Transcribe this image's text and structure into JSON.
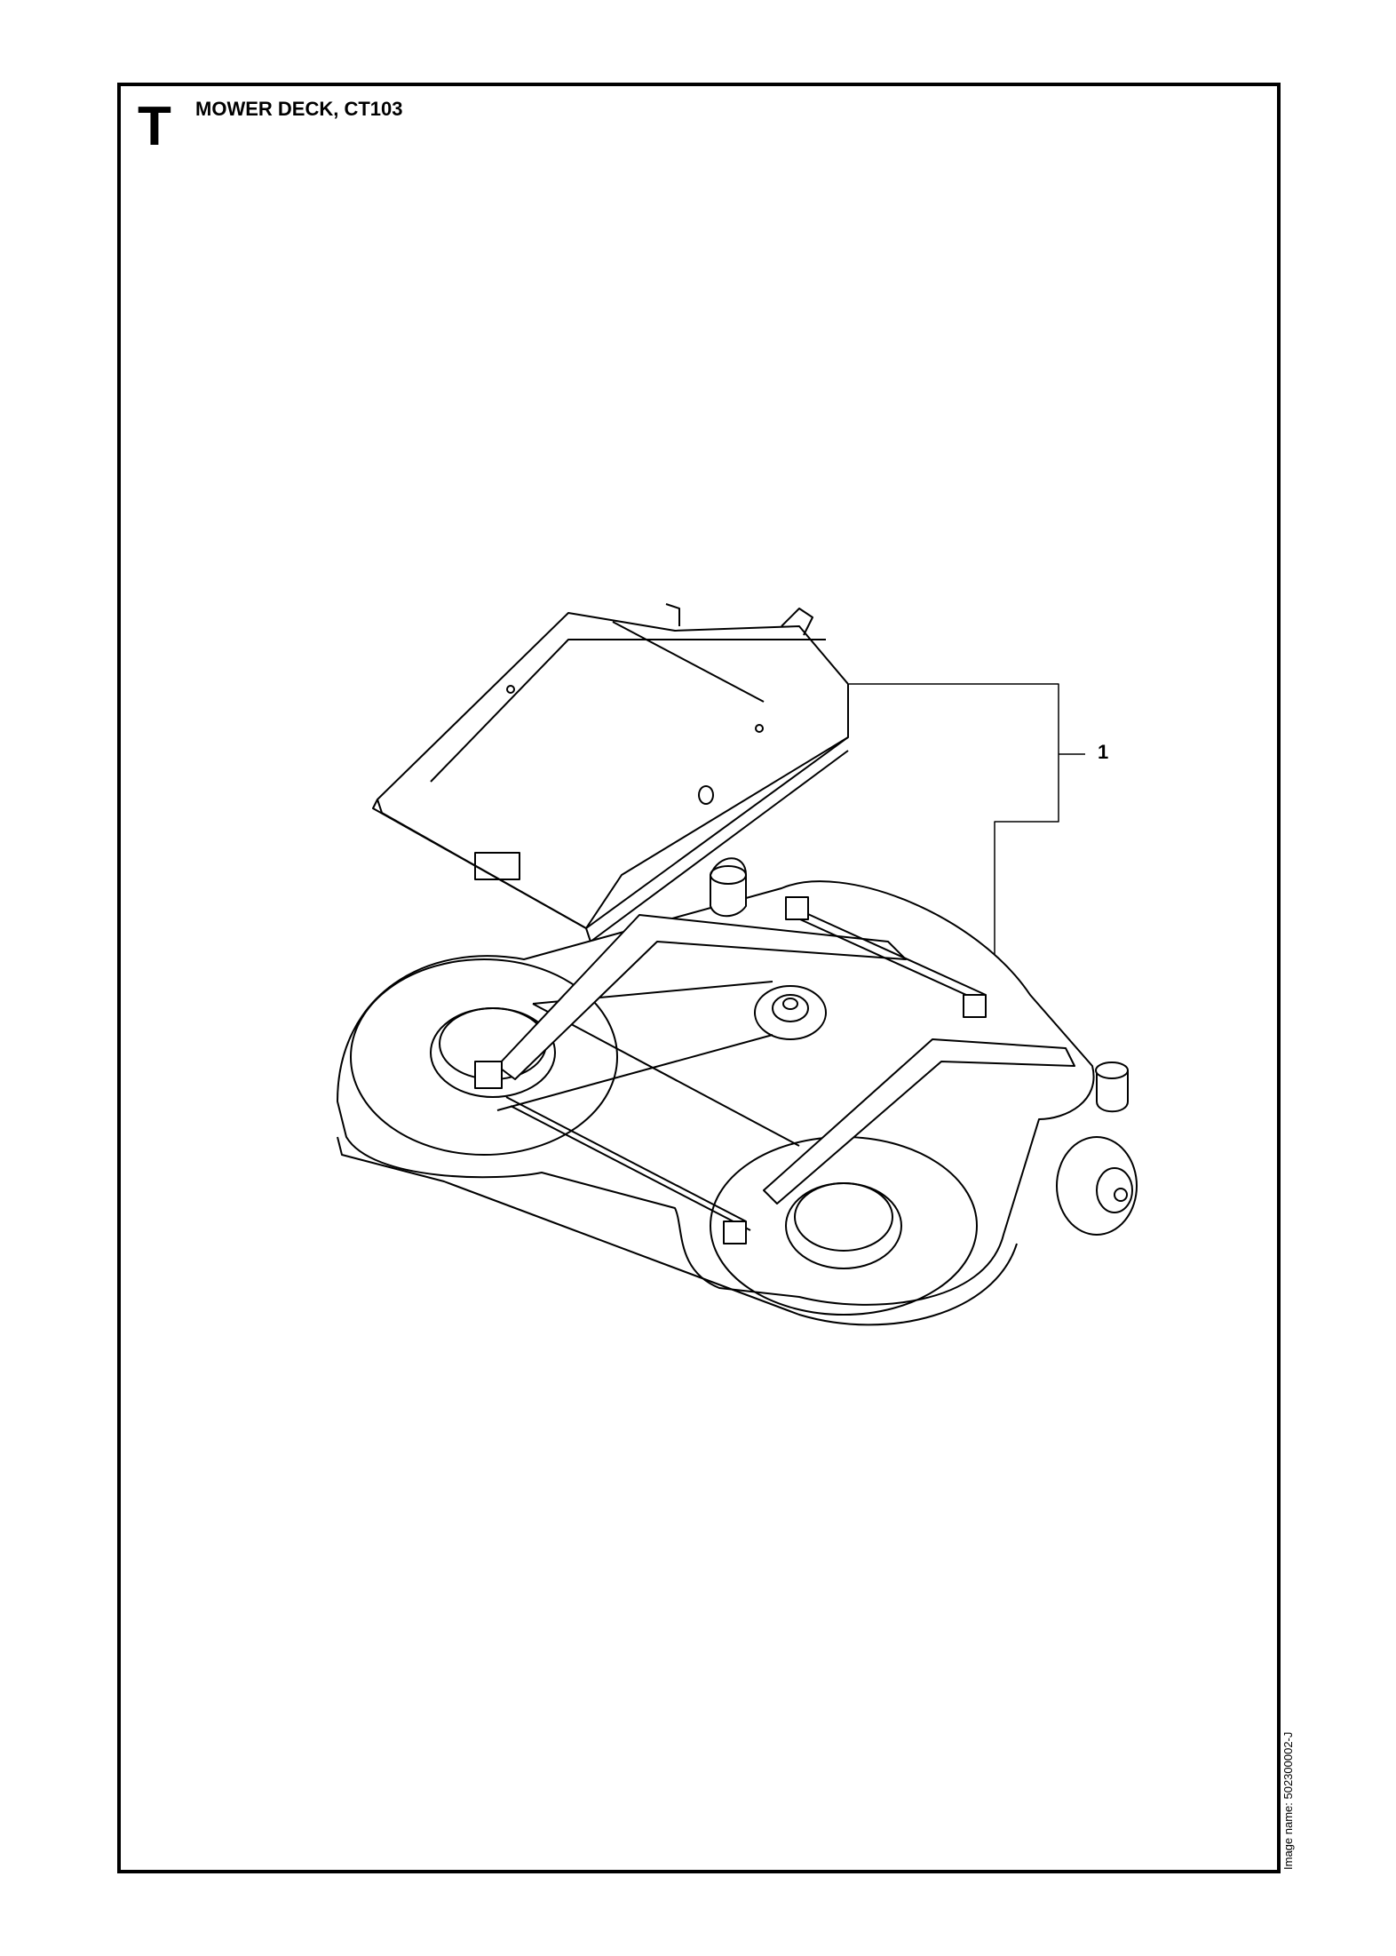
{
  "section_letter": "T",
  "title": "MOWER DECK, CT103",
  "callouts": [
    {
      "number": "1"
    }
  ],
  "image_name": "Image name: 502300002-J"
}
